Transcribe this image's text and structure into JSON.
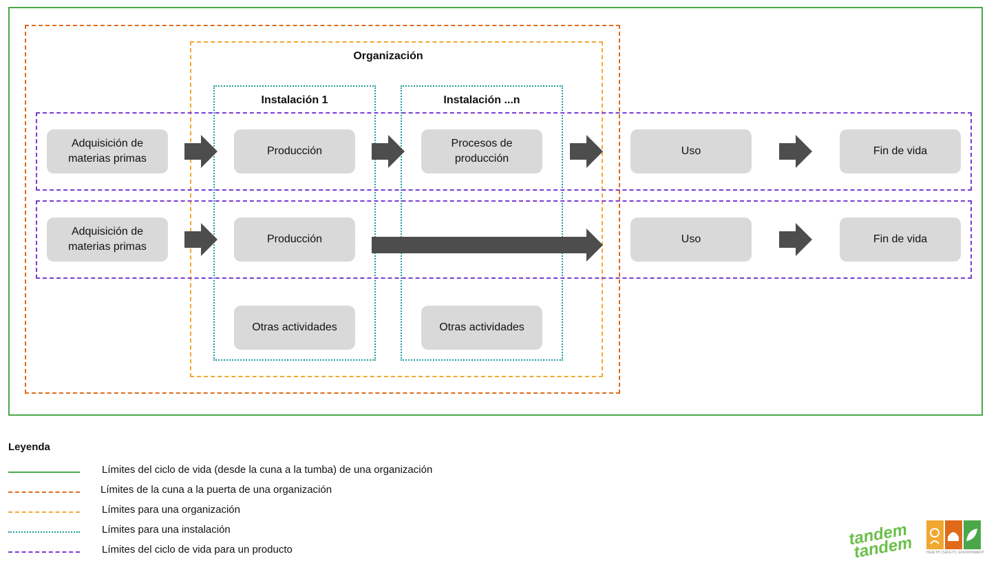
{
  "colors": {
    "org_lifecycle": "#4aa84a",
    "cradle_to_gate": "#e06a1a",
    "organization": "#f0a830",
    "facility": "#1a9c9c",
    "product_lifecycle": "#7a3ad6",
    "node_fill": "#d9d9d9",
    "arrow": "#4d4d4d"
  },
  "diagram": {
    "organization_label": "Organización",
    "facility_1_label": "Instalación 1",
    "facility_n_label": "Instalación ...n",
    "row1": {
      "raw_materials": "Adquisición de\nmaterias primas",
      "production": "Producción",
      "production_processes": "Procesos de\nproducción",
      "use": "Uso",
      "end_of_life": "Fin de vida"
    },
    "row2": {
      "raw_materials": "Adquisición de\nmaterias primas",
      "production": "Producción",
      "use": "Uso",
      "end_of_life": "Fin de vida"
    },
    "other_activities_1": "Otras actividades",
    "other_activities_n": "Otras actividades"
  },
  "legend": {
    "title": "Leyenda",
    "items": [
      {
        "text": "Límites del ciclo de vida (desde la cuna a la tumba) de una organización",
        "style": "solid",
        "color": "#4aa84a"
      },
      {
        "text": "Límites de la cuna a la puerta de una organización",
        "style": "dashed",
        "color": "#e06a1a"
      },
      {
        "text": "Límites para una organización",
        "style": "dashed-small",
        "color": "#f0a830"
      },
      {
        "text": "Límites para una instalación",
        "style": "dotted",
        "color": "#1a9c9c"
      },
      {
        "text": "Límites del ciclo de vida para un producto",
        "style": "dashed",
        "color": "#7a3ad6"
      }
    ]
  },
  "logo": {
    "text": "tandem",
    "tagline": "HEALTH | SAFETY | ENVIRONMENT"
  }
}
